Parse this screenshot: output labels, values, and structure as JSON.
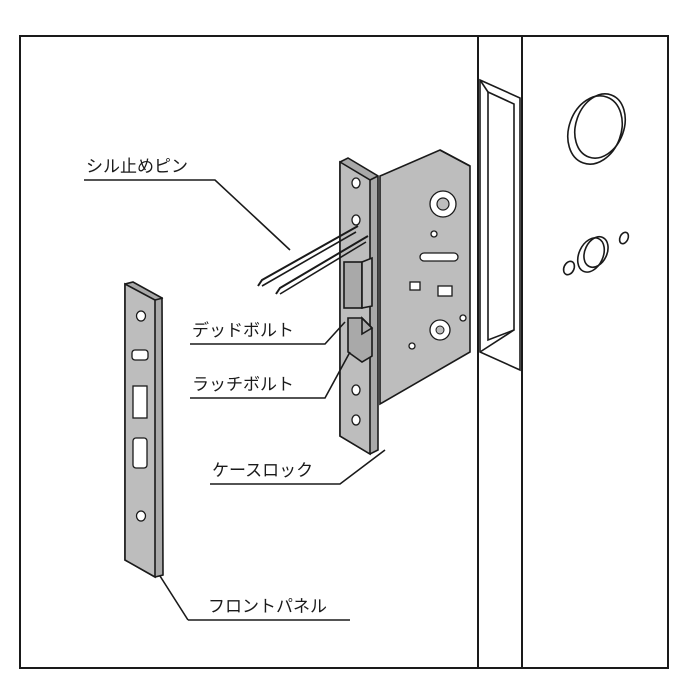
{
  "labels": {
    "seal_pin": "シル止めピン",
    "deadbolt": "デッドボルト",
    "latch_bolt": "ラッチボルト",
    "case_lock": "ケースロック",
    "front_panel": "フロントパネル"
  },
  "colors": {
    "outline": "#1a1a1a",
    "metal": "#bdbdbd",
    "metal_dark": "#a9a9a9",
    "background": "#ffffff"
  }
}
